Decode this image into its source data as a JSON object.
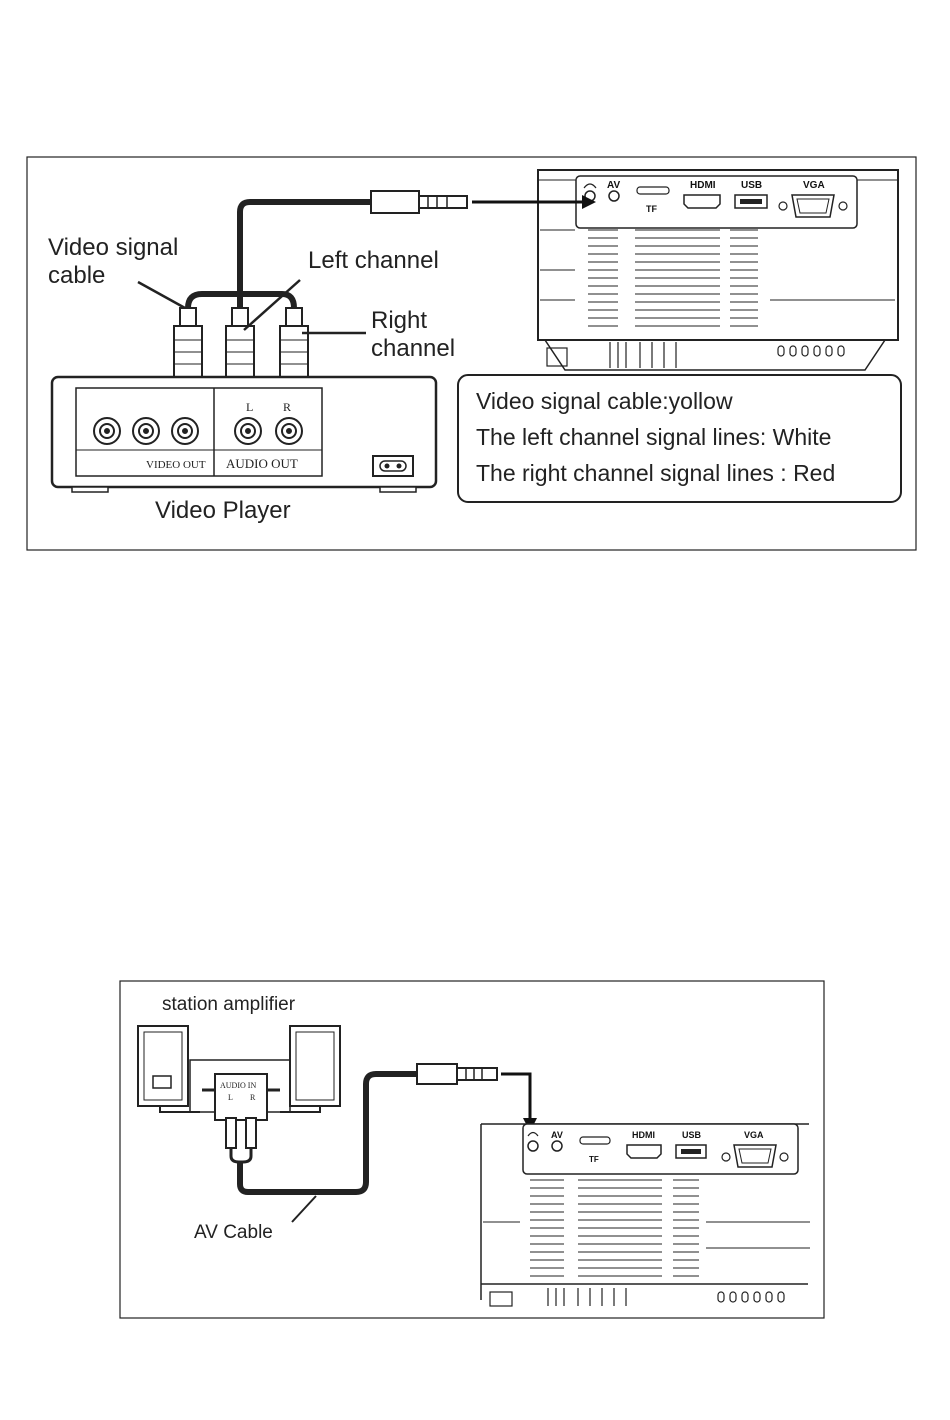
{
  "diagram1": {
    "labels": {
      "video_signal_cable": [
        "Video signal",
        "cable"
      ],
      "left_channel": "Left channel",
      "right_channel": [
        "Right",
        "channel"
      ],
      "video_player": "Video Player",
      "video_out": "VIDEO OUT",
      "audio_out": "AUDIO OUT",
      "l": "L",
      "r": "R"
    },
    "legend": {
      "line1": "Video signal cable:yollow",
      "line2": "The left channel signal lines: White",
      "line3": "The right channel signal lines : Red"
    },
    "projector_ports": {
      "av": "AV",
      "tf": "TF",
      "hdmi": "HDMI",
      "usb": "USB",
      "vga": "VGA"
    }
  },
  "diagram2": {
    "labels": {
      "station_amplifier": "station amplifier",
      "audio_in": "AUDIO IN",
      "l": "L",
      "r": "R",
      "av_cable": "AV Cable"
    },
    "projector_ports": {
      "av": "AV",
      "tf": "TF",
      "hdmi": "HDMI",
      "usb": "USB",
      "vga": "VGA"
    }
  }
}
